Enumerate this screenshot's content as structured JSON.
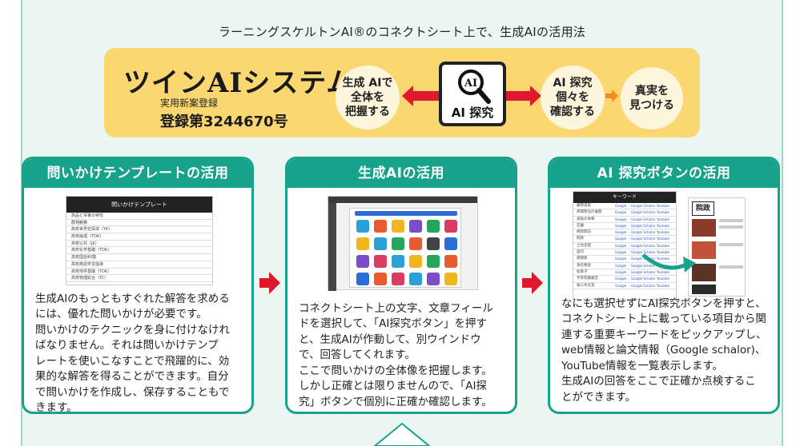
{
  "subtitle": "ラーニングスケルトンAI®のコネクトシート上で、生成AIの活用法",
  "banner": {
    "logo_title": "ツインAIシステム",
    "registration_label": "実用新案登録",
    "registration_number": "登録第3244670号",
    "step1": "生成 AIで\n全体を\n把握する",
    "ai_box_icon_text": "AI",
    "ai_box_label": "AI 探究",
    "step2": "AI 探究\n個々を\n確認する",
    "step3": "真実を\n見つける"
  },
  "panels": [
    {
      "title": "問いかけテンプレートの活用",
      "body": "生成AIのもっともすぐれた解答を求める\nには、優れた問いかけが必要です。\n問いかけのテクニックを身に付けなけれ\nばなりません。それは問いかけテンプ\nレートを使いこなすことで飛躍的に、効\n果的な解答を得ることができます。自分\nで問いかけを作成し、保存することもで\nきます。",
      "screenshot": {
        "header": "問いかけテンプレート",
        "rows": [
          "高品と栄養の特性",
          "群発観察",
          "高校世界史探求（YK）",
          "高校倫理（TOK）",
          "高校公共（JK）",
          "高校化学基礎（TOK）",
          "高校国語科理Ⅰ",
          "高校英語学習指導",
          "高校地学基礎（TOK）",
          "高校物理総合（TC）"
        ]
      }
    },
    {
      "title": "生成AIの活用",
      "body": "コネクトシート上の文字、文章フィール\nドを選択して、「AI探究ボタン」を押す\nと、生成AIが作動して、別ウインドウ\nで、回答してくれます。\nここで問いかけの全体像を把握します。\nしかし正確とは限りませんので、「AI探\n究」ボタンで個別に正確か確認します。"
    },
    {
      "title": "AI 探究ボタンの活用",
      "body": "なにも選択せずにAI探究ボタンを押すと、\nコネクトシート上に載っている項目から関\n連する重要キーワードをピックアップし、\nweb情報と論文情報（Google schalor)、\nYouTube情報を一覧表示します。\n生成AIの回答をここで正確か点検するこ\nとができます。",
      "screenshot": {
        "header": "キーワード",
        "rows": [
          "藤原道長",
          "摂関政治の展開",
          "道長の栄華",
          "荘園",
          "摂政関白",
          "院政",
          "土地支配",
          "国司",
          "摂関家",
          "源氏物語",
          "枕草子",
          "平等院鳳凰堂",
          "後三条天皇"
        ],
        "links": [
          "Google",
          "Google Scholar",
          "Youtube"
        ],
        "thumb_label": "院政"
      }
    }
  ],
  "colors": {
    "accent": "#17a28c",
    "banner": "#fbd772",
    "arrow_red": "#e0182d",
    "arrow_orange": "#f08a24"
  }
}
